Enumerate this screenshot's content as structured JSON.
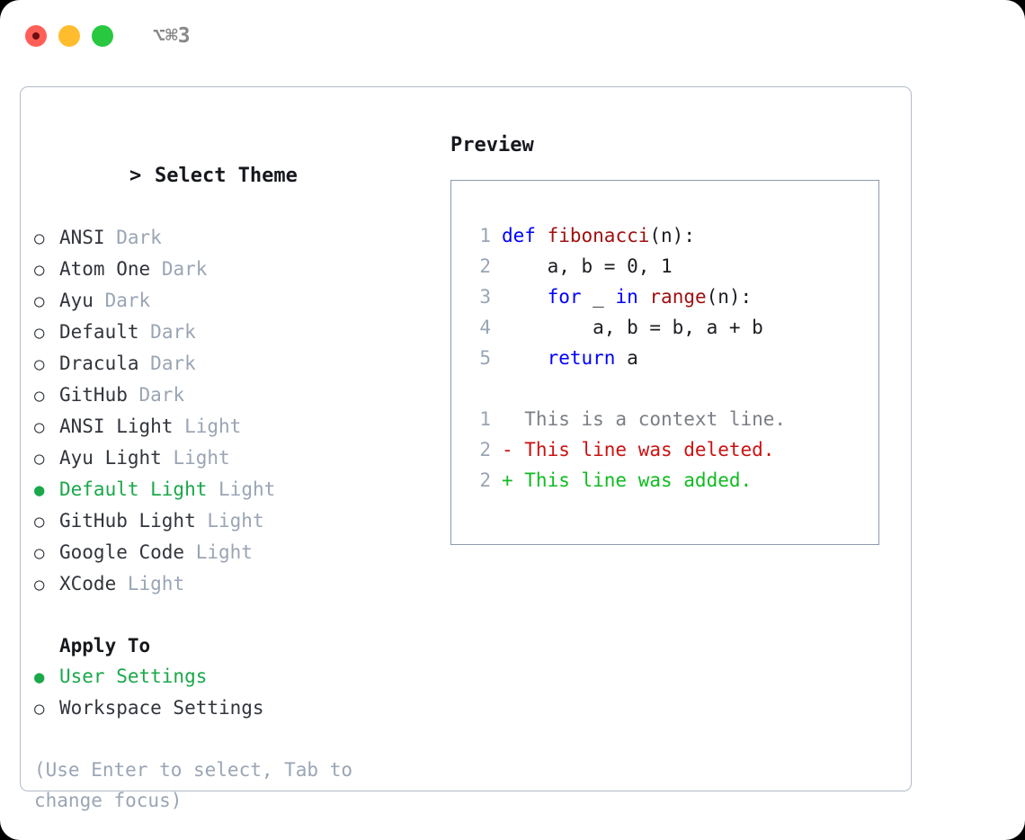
{
  "titlebar": {
    "shortcut": "⌥⌘3",
    "buttons": [
      "close",
      "minimize",
      "maximize"
    ]
  },
  "theme_picker": {
    "title": "Select Theme",
    "caret": ">",
    "bullet_selected": "●",
    "bullet_unselected": "○",
    "items": [
      {
        "name": "ANSI",
        "tag": "Dark",
        "selected": false
      },
      {
        "name": "Atom One",
        "tag": "Dark",
        "selected": false
      },
      {
        "name": "Ayu",
        "tag": "Dark",
        "selected": false
      },
      {
        "name": "Default",
        "tag": "Dark",
        "selected": false
      },
      {
        "name": "Dracula",
        "tag": "Dark",
        "selected": false
      },
      {
        "name": "GitHub",
        "tag": "Dark",
        "selected": false
      },
      {
        "name": "ANSI Light",
        "tag": "Light",
        "selected": false
      },
      {
        "name": "Ayu Light",
        "tag": "Light",
        "selected": false
      },
      {
        "name": "Default Light",
        "tag": "Light",
        "selected": true
      },
      {
        "name": "GitHub Light",
        "tag": "Light",
        "selected": false
      },
      {
        "name": "Google Code",
        "tag": "Light",
        "selected": false
      },
      {
        "name": "XCode",
        "tag": "Light",
        "selected": false
      }
    ]
  },
  "apply_to": {
    "title": "Apply To",
    "items": [
      {
        "name": "User Settings",
        "selected": true
      },
      {
        "name": "Workspace Settings",
        "selected": false
      }
    ]
  },
  "hint": "(Use Enter to select, Tab to change focus)",
  "preview": {
    "title": "Preview",
    "code_lines": [
      {
        "num": "1",
        "tokens": [
          {
            "t": "def",
            "c": "kw"
          },
          {
            "t": " ",
            "c": "plain"
          },
          {
            "t": "fibonacci",
            "c": "fn"
          },
          {
            "t": "(n):",
            "c": "plain"
          }
        ]
      },
      {
        "num": "2",
        "tokens": [
          {
            "t": "    a, b = 0, 1",
            "c": "plain"
          }
        ]
      },
      {
        "num": "3",
        "tokens": [
          {
            "t": "    ",
            "c": "plain"
          },
          {
            "t": "for",
            "c": "kw"
          },
          {
            "t": " _ ",
            "c": "plain"
          },
          {
            "t": "in",
            "c": "kw"
          },
          {
            "t": " ",
            "c": "plain"
          },
          {
            "t": "range",
            "c": "fn"
          },
          {
            "t": "(n):",
            "c": "plain"
          }
        ]
      },
      {
        "num": "4",
        "tokens": [
          {
            "t": "        a, b = b, a + b",
            "c": "plain"
          }
        ]
      },
      {
        "num": "5",
        "tokens": [
          {
            "t": "    ",
            "c": "plain"
          },
          {
            "t": "return",
            "c": "kw"
          },
          {
            "t": " a",
            "c": "plain"
          }
        ]
      }
    ],
    "diff_lines": [
      {
        "num": "1",
        "text": "  This is a context line.",
        "kind": "ctx"
      },
      {
        "num": "2",
        "text": "- This line was deleted.",
        "kind": "del"
      },
      {
        "num": "2",
        "text": "+ This line was added.",
        "kind": "add"
      }
    ]
  },
  "colors": {
    "accent_green": "#1aa84a",
    "tag_gray": "#9aa5b4",
    "keyword_blue": "#0000ff",
    "function_red": "#a01010",
    "diff_add": "#11bb22",
    "diff_del": "#cc1111",
    "panel_border": "#b3bcc8",
    "preview_border": "#8d9aab",
    "light_red": "#ff5f57",
    "light_yellow": "#ffbd2e",
    "light_green": "#28c840"
  }
}
